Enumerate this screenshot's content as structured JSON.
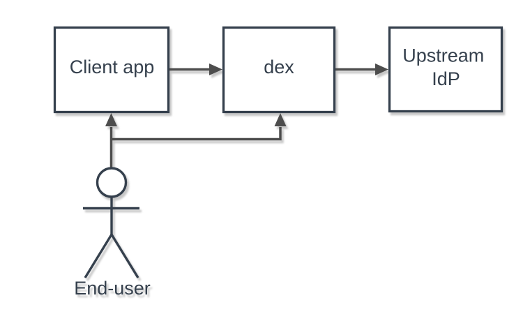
{
  "diagram": {
    "type": "flow-diagram",
    "background": "#ffffff",
    "colors": {
      "node_border": "#36414d",
      "node_fill": "#ffffff",
      "connector": "#4d4d4d",
      "text": "#36414d"
    },
    "nodes": [
      {
        "id": "client-app",
        "label": "Client app"
      },
      {
        "id": "dex",
        "label": "dex"
      },
      {
        "id": "upstream-idp",
        "label": "Upstream IdP",
        "label_lines": [
          "Upstream",
          "IdP"
        ]
      }
    ],
    "actor": {
      "id": "end-user",
      "label": "End-user",
      "shape": "stick-figure"
    },
    "edges": [
      {
        "from": "client-app",
        "to": "dex"
      },
      {
        "from": "dex",
        "to": "upstream-idp"
      },
      {
        "from": "end-user",
        "to": "client-app"
      },
      {
        "from": "end-user",
        "to": "dex"
      }
    ]
  }
}
